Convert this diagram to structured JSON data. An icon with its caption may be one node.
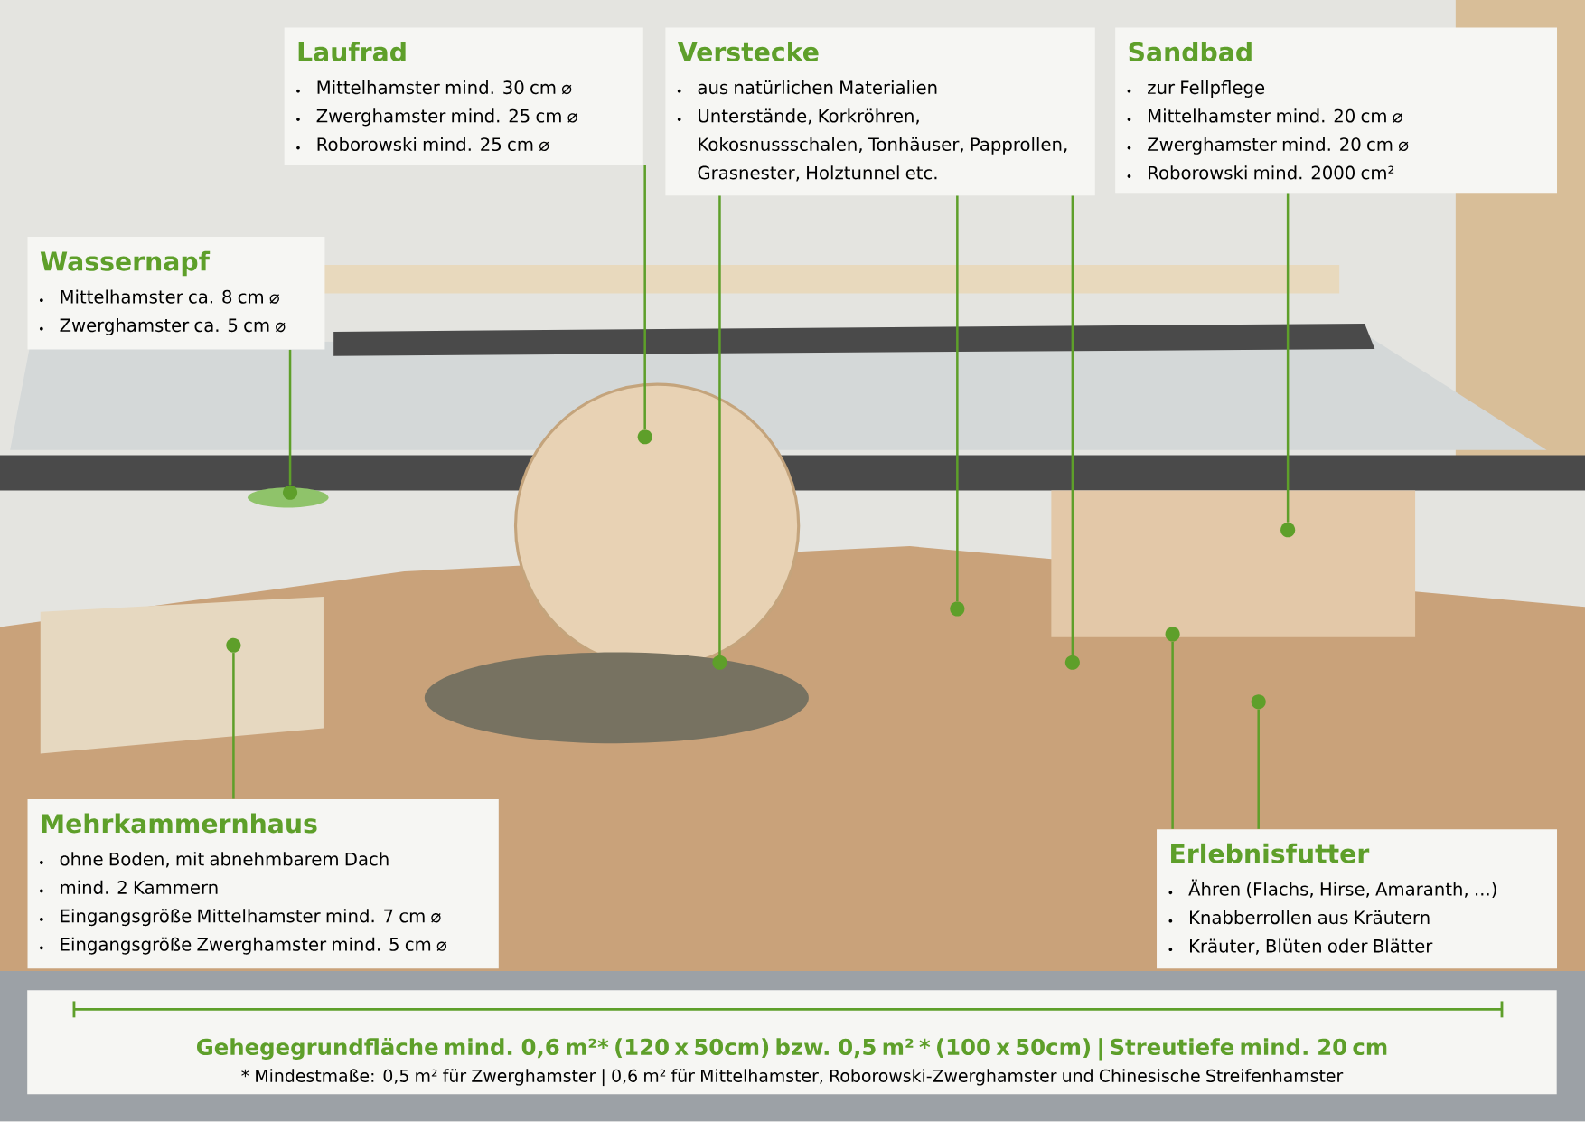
{
  "diagram": {
    "nodes": [
      {
        "text": [
          "Laufrad",
          "Mittelhamster mind. 30 cm ⌀",
          "Zwerghamster mind. 25 cm ⌀",
          "Roborowski mind. 25 cm ⌀"
        ]
      },
      {
        "text": [
          "Verstecke",
          "aus natürlichen Materialien",
          "Unterstände, Korkröhren, Kokosnussschalen, Tonhäuser, Papprollen, Grasnester, Holztunnel etc."
        ]
      },
      {
        "text": [
          "Sandbad",
          "zur Fellpflege",
          "Mittelhamster mind. 20 cm ⌀",
          "Zwerghamster mind. 20 cm ⌀",
          "Roborowski mind. 2000 cm²"
        ]
      },
      {
        "text": [
          "Wassernapf",
          "Mittelhamster ca. 8 cm ⌀",
          "Zwerghamster ca. 5 cm ⌀"
        ]
      },
      {
        "text": [
          "Mehrkammernhaus",
          "ohne Boden, mit abnehmbarem Dach",
          "mind. 2 Kammern",
          "Eingangsgröße Mittelhamster mind. 7 cm ⌀",
          "Eingangsgröße Zwerghamster mind. 5 cm ⌀"
        ]
      },
      {
        "text": [
          "Erlebnisfutter",
          "Ähren (Flachs, Hirse, Amaranth, ...)",
          "Knabberrollen aus Kräutern",
          "Kräuter, Blüten oder Blätter"
        ]
      },
      {
        "text": [
          "Gehegegrundfläche mind. 0,6 m²* (120 x 50cm) bzw. 0,5 m² * (100 x 50cm) | Streutiefe mind. 20 cm",
          "* Mindestmaße: 0,5 m² für Zwerghamster | 0,6 m² für Mittelhamster, Roborowski-Zwerghamster und Chinesische Streifenhamster"
        ]
      },
      {
        "text": [],
        "shape": "circle"
      },
      {
        "text": [],
        "shape": "circle"
      },
      {
        "text": [],
        "shape": "circle"
      },
      {
        "text": [],
        "shape": "circle"
      },
      {
        "text": [],
        "shape": "circle"
      },
      {
        "text": [],
        "shape": "circle"
      },
      {
        "text": [],
        "shape": "circle"
      },
      {
        "text": [],
        "shape": "circle"
      },
      {
        "text": [],
        "shape": "circle"
      }
    ],
    "edges": [
      {
        "from": 0,
        "to": 7,
        "arrow": "none"
      },
      {
        "from": 1,
        "to": 8,
        "arrow": "none"
      },
      {
        "from": 1,
        "to": 9,
        "arrow": "none"
      },
      {
        "from": 1,
        "to": 10,
        "arrow": "none"
      },
      {
        "from": 2,
        "to": 11,
        "arrow": "none"
      },
      {
        "from": 3,
        "to": 12,
        "arrow": "none"
      },
      {
        "from": 4,
        "to": 13,
        "arrow": "none"
      },
      {
        "from": 5,
        "to": 14,
        "arrow": "none"
      },
      {
        "from": 5,
        "to": 15,
        "arrow": "none"
      }
    ]
  }
}
